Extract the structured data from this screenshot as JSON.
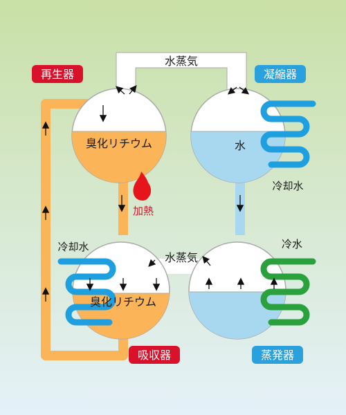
{
  "labels": {
    "regenerator": "再生器",
    "condenser": "凝縮器",
    "absorber": "吸収器",
    "evaporator": "蒸発器",
    "vapor_top": "水蒸気",
    "vapor_bottom": "水蒸気",
    "libr_top": "臭化リチウム",
    "libr_bottom": "臭化リチウム",
    "water_top": "水",
    "cooling_water_right": "冷却水",
    "cooling_water_left": "冷却水",
    "chilled_water": "冷水",
    "heating": "加熱"
  },
  "colors": {
    "background_top": "#c9e0a6",
    "background_bottom": "#e5f1f9",
    "regenerator_badge": "#d9122b",
    "absorber_badge": "#d9122b",
    "condenser_badge": "#2aa0dc",
    "evaporator_badge": "#2aa0dc",
    "solution": "#fbb457",
    "water": "#a8d8ef",
    "cooling_coil": "#1e9fe0",
    "chilled_coil": "#2aa13c",
    "flame": "#e8141c"
  }
}
